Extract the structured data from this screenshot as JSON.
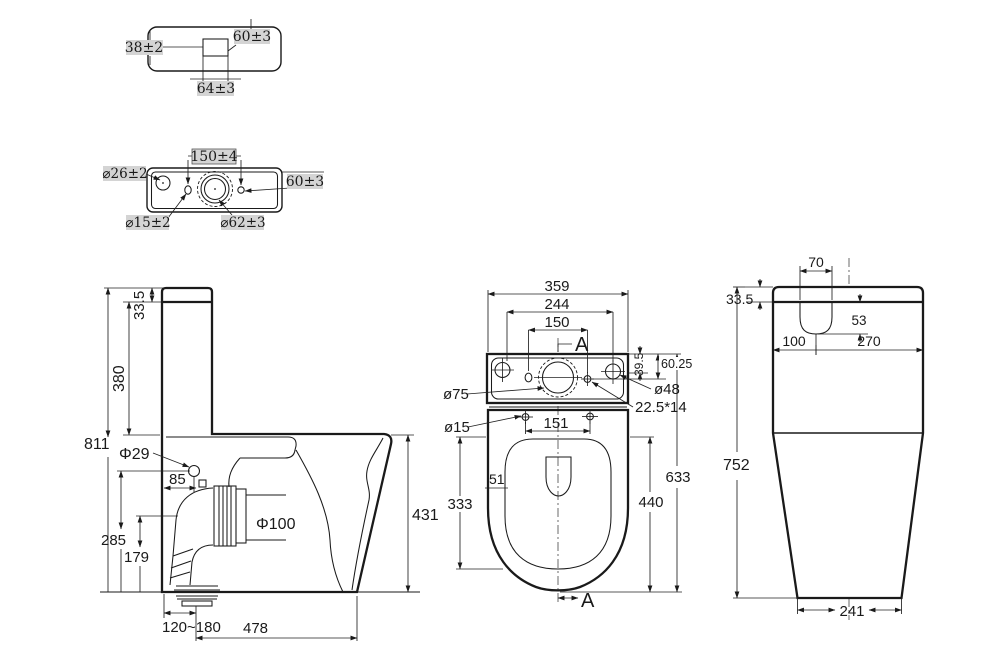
{
  "lid_top_view": {
    "dim_38": "38±2",
    "dim_60": "60±3",
    "dim_64": "64±3"
  },
  "tank_top_view": {
    "dim_150": "150±4",
    "dim_26": "⌀26±2",
    "dim_60": "60±3",
    "dim_15": "⌀15±2",
    "dim_62": "⌀62±3"
  },
  "side_view": {
    "dim_33_5": "33.5",
    "dim_380": "380",
    "dim_811": "811",
    "dim_phi29": "Φ29",
    "dim_85": "85",
    "dim_285": "285",
    "dim_179": "179",
    "dim_phi100": "Φ100",
    "dim_431": "431",
    "dim_rough_in": "120~180",
    "dim_478": "478"
  },
  "plan_view": {
    "dim_359": "359",
    "dim_244": "244",
    "dim_150": "150",
    "section_a_top": "A",
    "section_a_bottom": "A",
    "dim_39_5": "39.5",
    "dim_60_25": "60.25",
    "dim_o48": "ø48",
    "dim_slot": "22.5*14",
    "dim_o75": "ø75",
    "dim_o15": "ø15",
    "dim_151": "151",
    "dim_51": "51",
    "dim_333": "333",
    "dim_440": "440",
    "dim_633": "633"
  },
  "rear_view": {
    "dim_70": "70",
    "dim_33_5": "33.5",
    "dim_53": "53",
    "dim_100": "100",
    "dim_270": "270",
    "dim_752": "752",
    "dim_241": "241"
  },
  "colors": {
    "line": "#1a1a1a",
    "background": "#ffffff",
    "label_highlight": "#d4d4d4"
  }
}
